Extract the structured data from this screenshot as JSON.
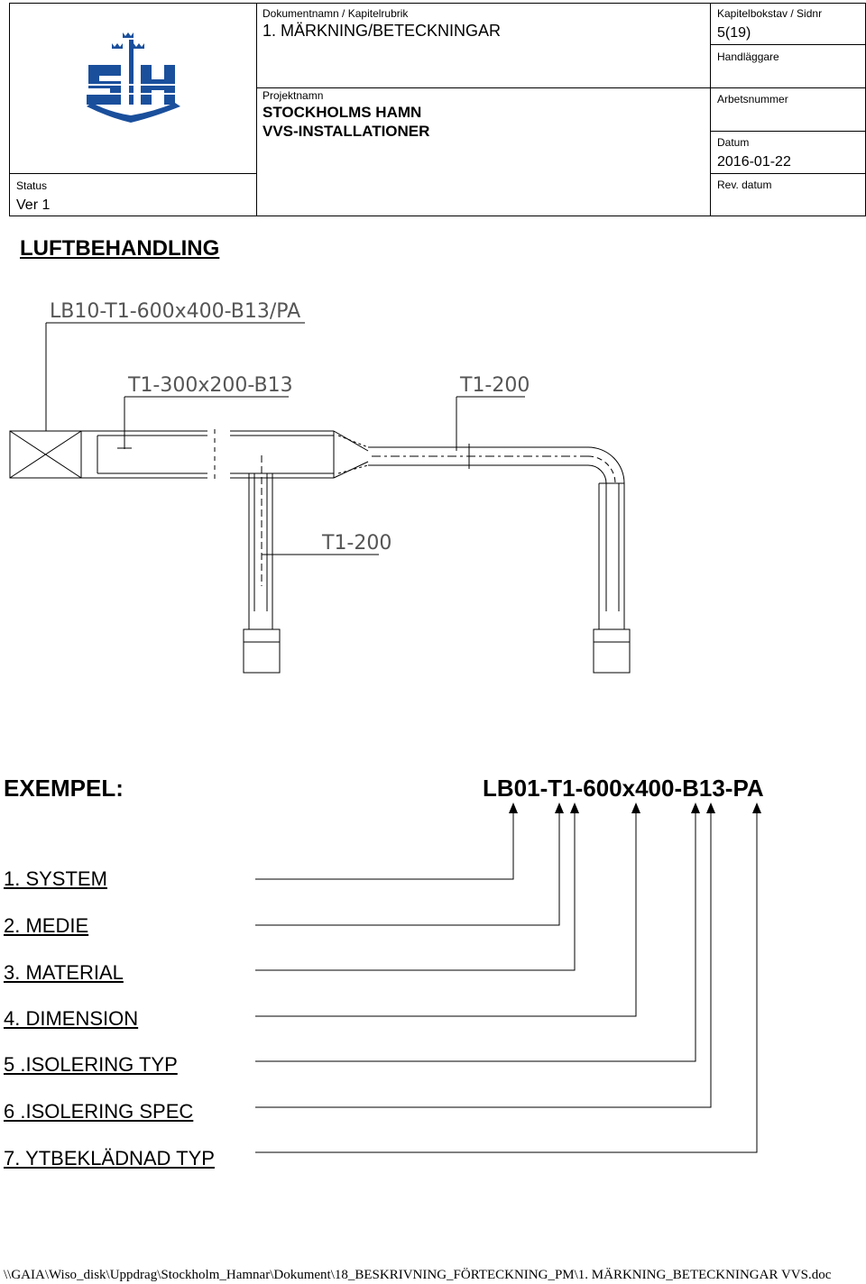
{
  "header": {
    "doc_label": "Dokumentnamn / Kapitelrubrik",
    "doc_value": "1. MÄRKNING/BETECKNINGAR",
    "chapter_label": "Kapitelbokstav / Sidnr",
    "chapter_value": "5(19)",
    "handler_label": "Handläggare",
    "project_label": "Projektnamn",
    "project_line1": "STOCKHOLMS HAMN",
    "project_line2": "VVS-INSTALLATIONER",
    "worknum_label": "Arbetsnummer",
    "date_label": "Datum",
    "date_value": "2016-01-22",
    "status_label": "Status",
    "status_value": "Ver 1",
    "revdate_label": "Rev. datum",
    "logo": "SH",
    "logo_icon": "stockholms-hamn-crown-logo"
  },
  "section_title": "LUFTBEHANDLING",
  "drawing": {
    "label_main": "LB10-T1-600x400-B13/PA",
    "label_branch": "T1-300x200-B13",
    "label_right": "T1-200",
    "label_lower": "T1-200"
  },
  "example": {
    "label": "EXEMPEL:",
    "code": "LB01-T1-600x400-B13-PA",
    "items": [
      "1. SYSTEM",
      "2. MEDIE",
      "3. MATERIAL",
      "4. DIMENSION",
      "5 .ISOLERING TYP",
      "6 .ISOLERING SPEC",
      "7. YTBEKLÄDNAD TYP"
    ]
  },
  "footer_path": "\\\\GAIA\\Wiso_disk\\Uppdrag\\Stockholm_Hamnar\\Dokument\\18_BESKRIVNING_FÖRTECKNING_PM\\1. MÄRKNING_BETECKNINGAR VVS.doc"
}
